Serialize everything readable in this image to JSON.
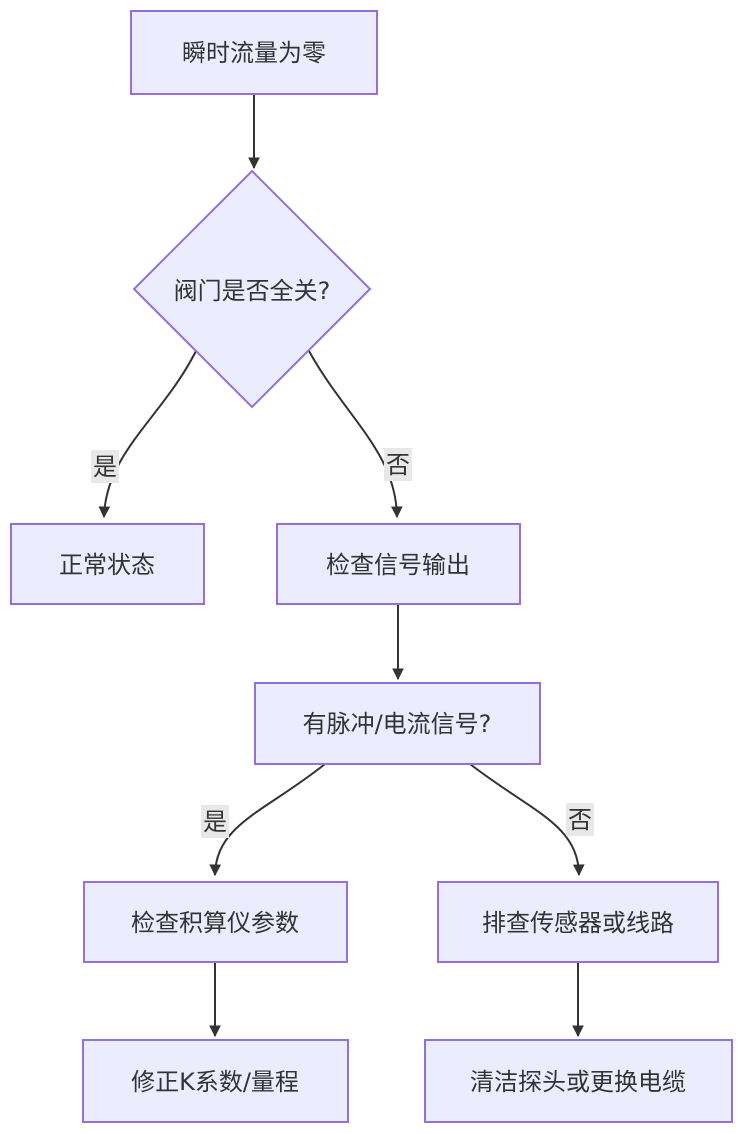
{
  "diagram": {
    "type": "flowchart",
    "direction": "top-down",
    "colors": {
      "background": "#ffffff",
      "node_fill": "#ECECFF",
      "node_border": "#9370DB",
      "edge": "#333333",
      "text": "#333333",
      "edge_label_bg": "#e8e8e8"
    },
    "nodes": {
      "start": {
        "label": "瞬时流量为零",
        "shape": "rect"
      },
      "valve_question": {
        "label": "阀门是否全关?",
        "shape": "diamond"
      },
      "normal": {
        "label": "正常状态",
        "shape": "rect"
      },
      "check_signal": {
        "label": "检查信号输出",
        "shape": "rect"
      },
      "signal_question": {
        "label": "有脉冲/电流信号?",
        "shape": "rect"
      },
      "check_totalizer": {
        "label": "检查积算仪参数",
        "shape": "rect"
      },
      "inspect_sensor": {
        "label": "排查传感器或线路",
        "shape": "rect"
      },
      "fix_k": {
        "label": "修正K系数/量程",
        "shape": "rect"
      },
      "clean_probe": {
        "label": "清洁探头或更换电缆",
        "shape": "rect"
      }
    },
    "edges": {
      "start_to_valve": {
        "from": "start",
        "to": "valve_question",
        "label": ""
      },
      "valve_yes": {
        "from": "valve_question",
        "to": "normal",
        "label": "是"
      },
      "valve_no": {
        "from": "valve_question",
        "to": "check_signal",
        "label": "否"
      },
      "check_to_signal": {
        "from": "check_signal",
        "to": "signal_question",
        "label": ""
      },
      "signal_yes": {
        "from": "signal_question",
        "to": "check_totalizer",
        "label": "是"
      },
      "signal_no": {
        "from": "signal_question",
        "to": "inspect_sensor",
        "label": "否"
      },
      "totalizer_to_fix": {
        "from": "check_totalizer",
        "to": "fix_k",
        "label": ""
      },
      "sensor_to_clean": {
        "from": "inspect_sensor",
        "to": "clean_probe",
        "label": ""
      }
    }
  }
}
